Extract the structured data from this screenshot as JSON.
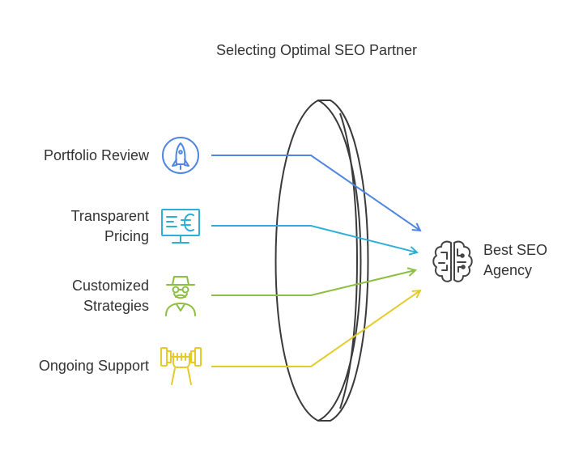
{
  "title": "Selecting Optimal SEO Partner",
  "inputs": [
    {
      "lines": [
        "Portfolio Review"
      ],
      "icon": "rocket-icon",
      "color": "#4f86e0"
    },
    {
      "lines": [
        "Transparent",
        "Pricing"
      ],
      "icon": "monitor-euro-icon",
      "color": "#2eafd6"
    },
    {
      "lines": [
        "Customized",
        "Strategies"
      ],
      "icon": "detective-icon",
      "color": "#8cbf3f"
    },
    {
      "lines": [
        "Ongoing Support"
      ],
      "icon": "dumbbell-hand-icon",
      "color": "#e3cc2a"
    }
  ],
  "output": {
    "lines": [
      "Best SEO",
      "Agency"
    ],
    "icon": "brain-circuit-icon",
    "color": "#444444"
  }
}
